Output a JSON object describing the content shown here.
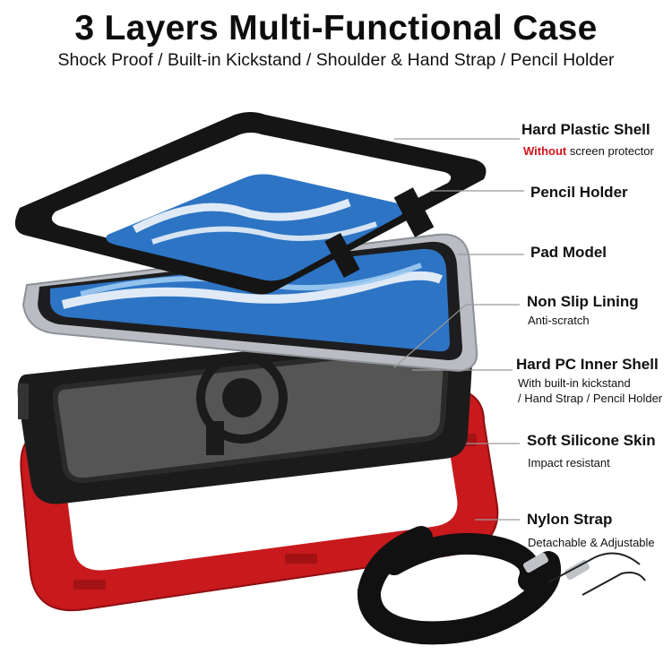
{
  "header": {
    "title": "3 Layers Multi-Functional Case",
    "subtitle": "Shock Proof / Built-in Kickstand / Shoulder & Hand Strap / Pencil Holder"
  },
  "callouts": [
    {
      "label": "Hard Plastic Shell",
      "note_highlight": "Without",
      "note": " screen protector"
    },
    {
      "label": "Pencil Holder"
    },
    {
      "label": "Pad Model"
    },
    {
      "label": "Non Slip Lining",
      "note": "Anti-scratch"
    },
    {
      "label": "Hard PC Inner Shell",
      "note": "With built-in kickstand",
      "note2": "/ Hand Strap / Pencil Holder"
    },
    {
      "label": "Soft Silicone Skin",
      "note": "Impact resistant"
    },
    {
      "label": "Nylon Strap",
      "note": "Detachable & Adjustable"
    }
  ],
  "colors": {
    "accent_red": "#d0161c",
    "shell_black": "#1b1b1b",
    "skin_red": "#c8191d",
    "screen_blue": "#2d74c4",
    "tablet_silver": "#b9bcc2"
  }
}
